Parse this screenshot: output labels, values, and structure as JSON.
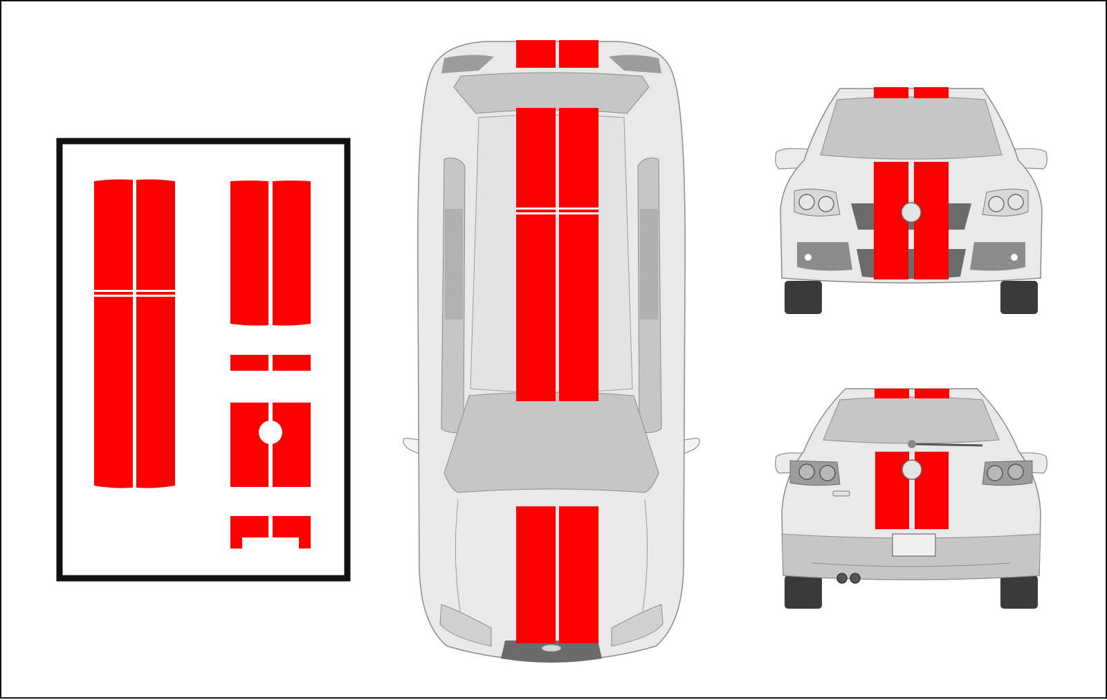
{
  "colors": {
    "stripe": "#ff0000",
    "body": "#e9e9e9",
    "body_outline": "#8a8a8a",
    "glass": "#c6c6c6",
    "dark_glass": "#9c9c9c",
    "grille": "#6b6b6b",
    "tire": "#3a3a3a",
    "frame": "#111111",
    "background": "#ffffff"
  },
  "graphics": [
    {
      "name": "decal-layout-sheet",
      "icon": "stripe-kit-layout"
    },
    {
      "name": "car-top-view",
      "icon": "car-top-icon"
    },
    {
      "name": "car-front-view",
      "icon": "car-front-icon"
    },
    {
      "name": "car-rear-view",
      "icon": "car-rear-icon"
    }
  ]
}
